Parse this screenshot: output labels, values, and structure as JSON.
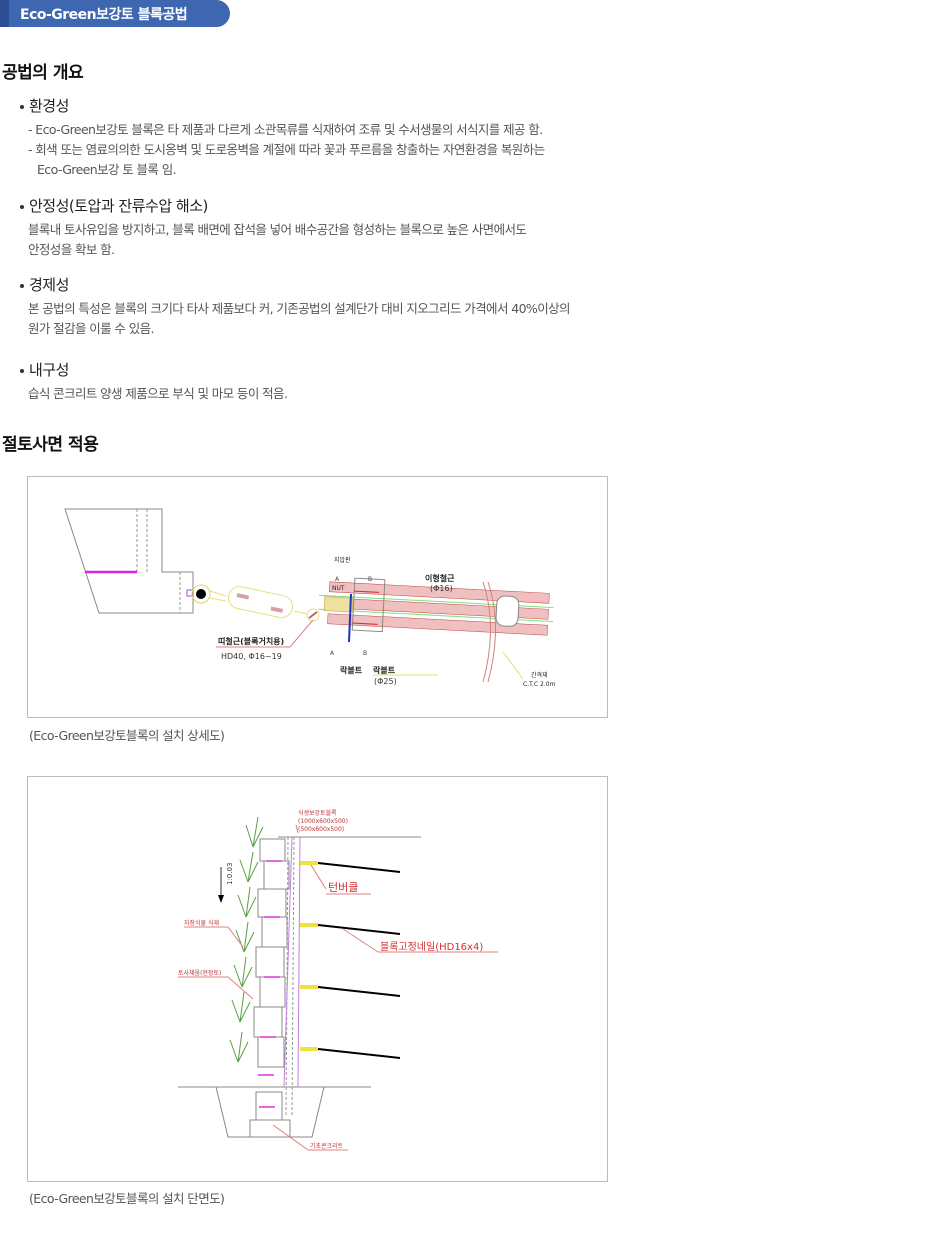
{
  "banner": {
    "title": "Eco-Green보강토 블록공법",
    "color": "#3f66b0"
  },
  "overview": {
    "heading": "공법의 개요",
    "items": [
      {
        "title": "환경성",
        "lines": [
          "- Eco-Green보강토 블록은 타 제품과 다르게 소관목류를 식재하여 조류 및 수서생물의 서식지를 제공 함.",
          "- 회색 또는 염료의의한 도시옹벽 및 도로옹벽을 계절에 따라 꽃과 푸르름을 창출하는 자연환경을 복원하는",
          "Eco-Green보강 토 블록 임."
        ]
      },
      {
        "title": "안정성(토압과 잔류수압 해소)",
        "lines": [
          "블록내 토사유입을 방지하고, 블록 배면에 잡석을 넣어 배수공간을 형성하는 블록으로 높은 사면에서도",
          "안정성을 확보 함."
        ]
      },
      {
        "title": "경제성",
        "lines": [
          "본 공법의 특성은 블록의 크기다 타사 제품보다 커, 기존공법의 설계단가 대비 지오그리드 가격에서 40%이상의",
          "원가 절감을 이룰 수 있음."
        ]
      },
      {
        "title": "내구성",
        "lines": [
          "습식 콘크리트 양생 제품으로 부식 및 마모 등이 적음."
        ]
      }
    ]
  },
  "application": {
    "heading": "절토사면 적용",
    "figures": [
      {
        "caption": "(Eco-Green보강토블록의 설치 상세도)",
        "labels": {
          "tie_rebar": "띠철근(블록거치용)",
          "tie_rebar_spec": "HD40, Φ16~19",
          "plate": "지압판",
          "nut": "NUT",
          "section_a": "A",
          "section_b": "B",
          "deformed_rebar": "이형철근",
          "deformed_rebar_spec": "(Φ16)",
          "rock_bolt_1": "락볼트",
          "rock_bolt_2": "락볼트",
          "rock_bolt_spec": "(Φ25)",
          "spacer": "간격재",
          "spacer_spec": "C.T.C 2.0m"
        }
      },
      {
        "caption": "(Eco-Green보강토블록의 설치 단면도)",
        "labels": {
          "block": "식생보강토블록",
          "block_size_1": "(1000x600x500)",
          "block_size_2": "(500x600x500)",
          "slope": "1:0.03",
          "turnbuckle": "턴버클",
          "nail": "블록고정네일(HD16x4)",
          "plants": "자장식물 식재",
          "fill": "토사채움(현장토)",
          "foundation": "기초콘크리트"
        }
      }
    ]
  }
}
